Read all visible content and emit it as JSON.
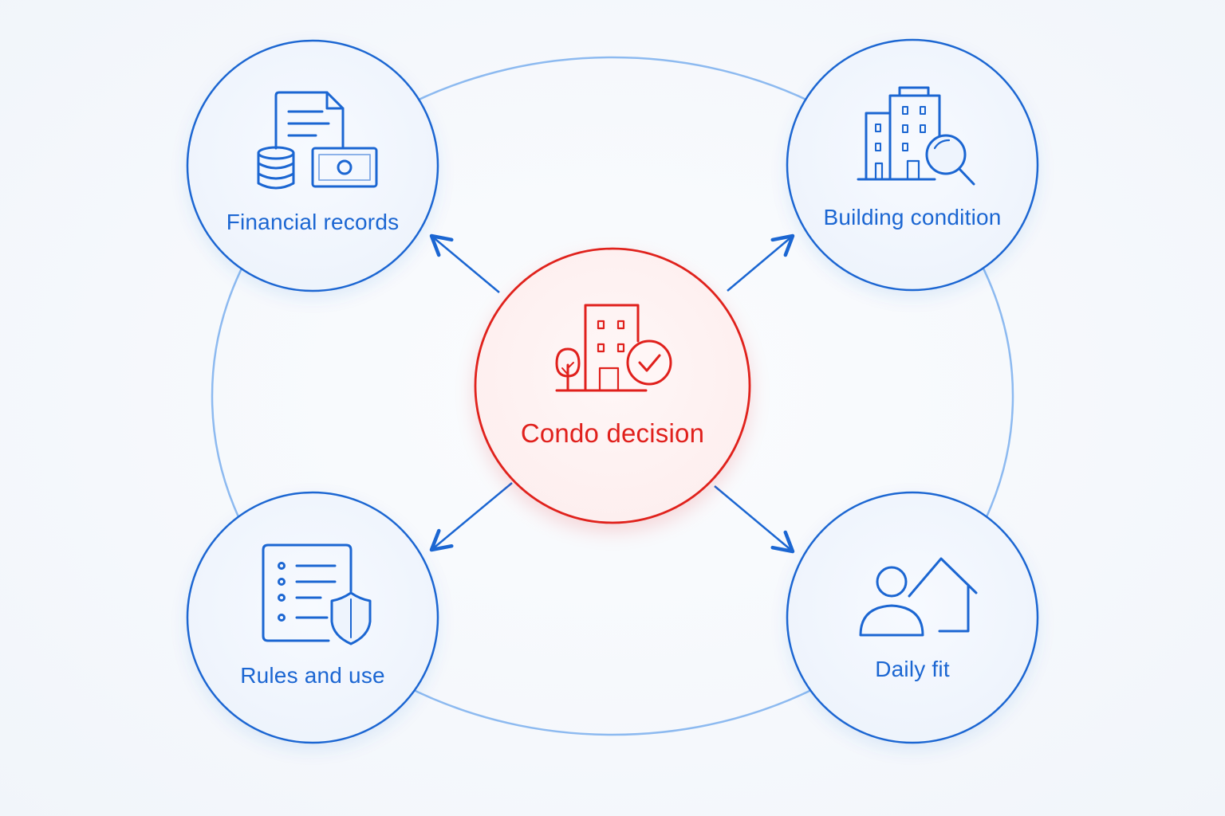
{
  "center": {
    "label": "Condo decision",
    "icon": "condo-building-check-icon"
  },
  "factors": [
    {
      "label": "Financial records",
      "icon": "financial-documents-money-icon"
    },
    {
      "label": "Building condition",
      "icon": "building-inspection-icon"
    },
    {
      "label": "Rules and use",
      "icon": "rules-checklist-shield-icon"
    },
    {
      "label": "Daily fit",
      "icon": "person-home-icon"
    }
  ],
  "colors": {
    "accent_blue": "#1b66d2",
    "accent_red": "#e0201c",
    "ring_blue": "#7fb0e8",
    "background": "#f6f9fd"
  }
}
